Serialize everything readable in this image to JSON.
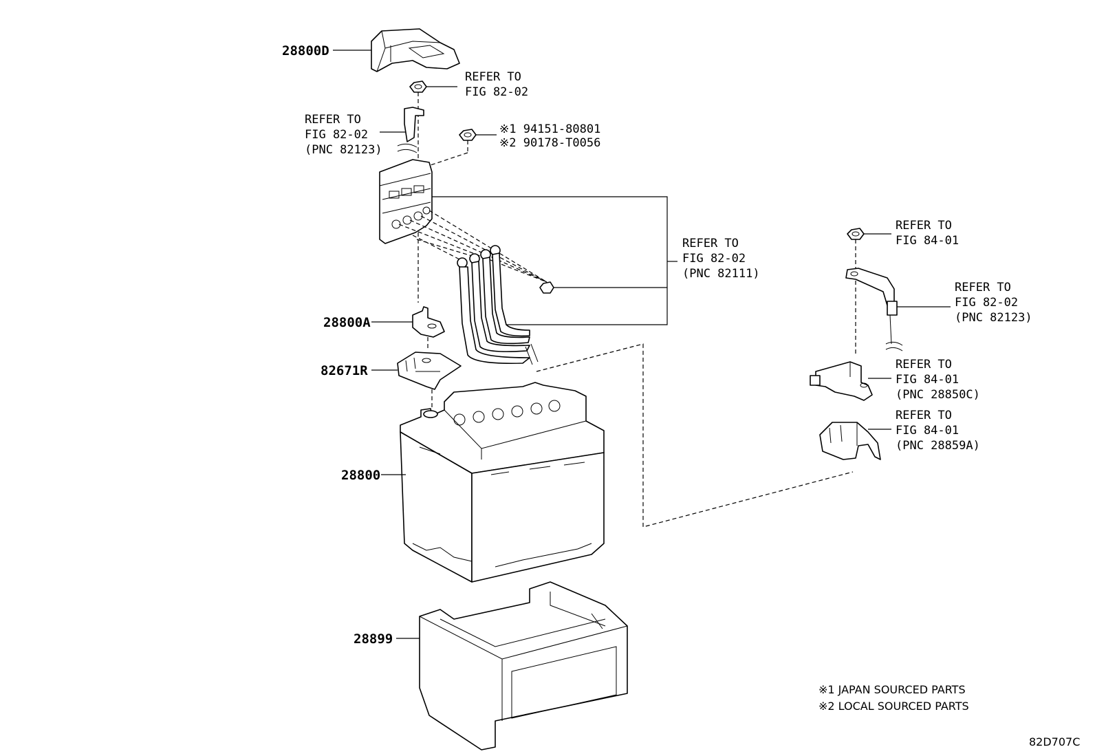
{
  "parts": {
    "p28800D": "28800D",
    "p28800A": "28800A",
    "p82671R": "82671R",
    "p28800": "28800",
    "p28899": "28899"
  },
  "refs": {
    "r1_l1": "REFER TO",
    "r1_l2": "FIG 82-02",
    "r2_l1": "REFER TO",
    "r2_l2": "FIG 82-02",
    "r2_l3": "(PNC 82123)",
    "nut_l1": "※1 94151-80801",
    "nut_l2": "※2 90178-T0056",
    "r3_l1": "REFER TO",
    "r3_l2": "FIG 82-02",
    "r3_l3": "(PNC 82111)",
    "r4_l1": "REFER TO",
    "r4_l2": "FIG 84-01",
    "r5_l1": "REFER TO",
    "r5_l2": "FIG 82-02",
    "r5_l3": "(PNC 82123)",
    "r6_l1": "REFER TO",
    "r6_l2": "FIG 84-01",
    "r6_l3": "(PNC 28850C)",
    "r7_l1": "REFER TO",
    "r7_l2": "FIG 84-01",
    "r7_l3": "(PNC 28859A)"
  },
  "notes": {
    "n1": "※1 JAPAN SOURCED PARTS",
    "n2": "※2 LOCAL SOURCED PARTS"
  },
  "figure_code": "82D707C"
}
